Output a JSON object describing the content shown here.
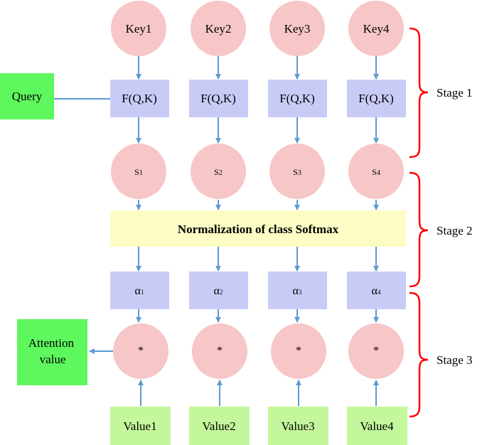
{
  "keys": [
    "Key1",
    "Key2",
    "Key3",
    "Key4"
  ],
  "functions": [
    "F(Q,K)",
    "F(Q,K)",
    "F(Q,K)",
    "F(Q,K)"
  ],
  "scores": [
    {
      "base": "S",
      "sub": "1"
    },
    {
      "base": "S",
      "sub": "2"
    },
    {
      "base": "S",
      "sub": "3"
    },
    {
      "base": "S",
      "sub": "4"
    }
  ],
  "softmax_label": "Normalization of class Softmax",
  "alphas": [
    {
      "base": "α",
      "sub": "1"
    },
    {
      "base": "α",
      "sub": "2"
    },
    {
      "base": "α",
      "sub": "3"
    },
    {
      "base": "α",
      "sub": "4"
    }
  ],
  "products": [
    "*",
    "*",
    "*",
    "*"
  ],
  "values": [
    "Value1",
    "Value2",
    "Value3",
    "Value4"
  ],
  "query_label": "Query",
  "attention_label": [
    "Attention",
    "value"
  ],
  "stages": [
    "Stage 1",
    "Stage 2",
    "Stage 3"
  ]
}
